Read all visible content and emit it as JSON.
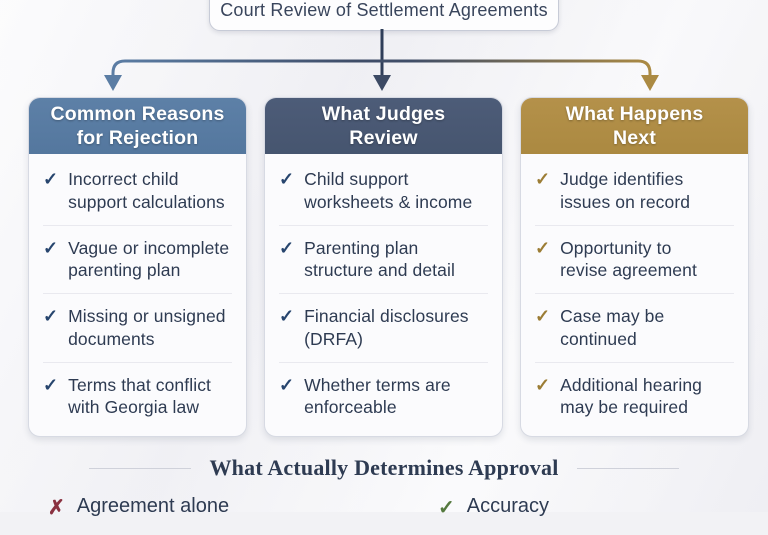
{
  "header": {
    "title": "Court Review of Settlement Agreements"
  },
  "glyphs": {
    "check": "✓",
    "cross": "✗",
    "arrow_down": "▼"
  },
  "colors": {
    "accent_blue": "#5d80a7",
    "accent_slate": "#46556f",
    "accent_gold": "#ab8941",
    "check_navy": "#27456e",
    "check_gold": "#9c7d35",
    "cross_red": "#8a3140",
    "check_green": "#55793f",
    "text_dark": "#2e3b52"
  },
  "columns": [
    {
      "title": "Common Reasons\nfor Rejection",
      "items": [
        "Incorrect child\nsupport calculations",
        "Vague or incomplete\nparenting plan",
        "Missing or unsigned\ndocuments",
        "Terms that conflict\nwith Georgia law"
      ]
    },
    {
      "title": "What Judges\nReview",
      "items": [
        "Child support\nworksheets & income",
        "Parenting plan\nstructure and detail",
        "Financial disclosures\n(DRFA)",
        "Whether terms are\nenforceable"
      ]
    },
    {
      "title": "What Happens\nNext",
      "items": [
        "Judge identifies\nissues on record",
        "Opportunity to\nrevise agreement",
        "Case may be\ncontinued",
        "Additional hearing\nmay be required"
      ]
    }
  ],
  "bottom": {
    "title": "What Actually Determines Approval",
    "negative_item": "Agreement alone",
    "positive_item": "Accuracy"
  }
}
